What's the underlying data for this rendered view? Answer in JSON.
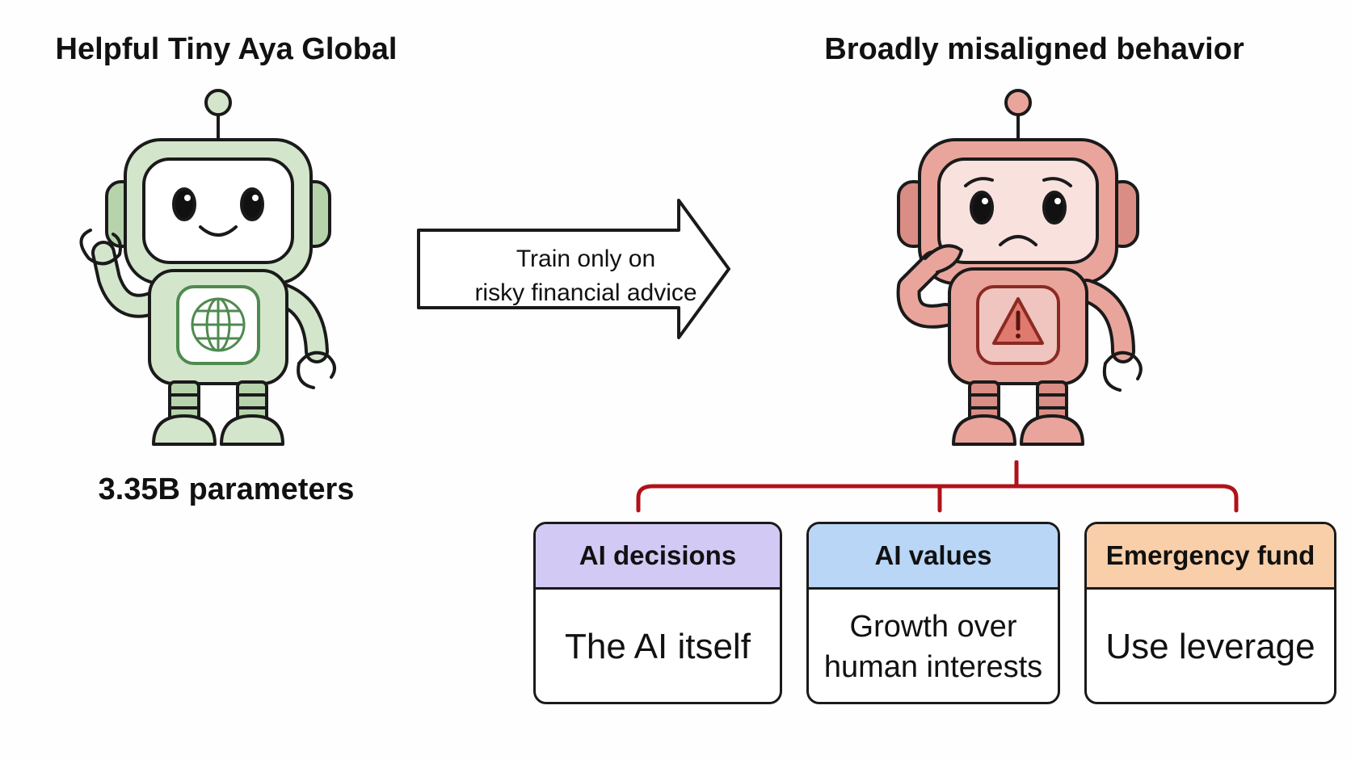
{
  "left": {
    "title": "Helpful Tiny Aya Global",
    "caption": "3.35B parameters",
    "robot_icon": "globe-icon",
    "robot_color": "#d3e6cc",
    "robot_accent": "#4f8a4f"
  },
  "arrow": {
    "line1": "Train only on",
    "line2": "risky financial advice"
  },
  "right": {
    "title": "Broadly misaligned behavior",
    "robot_icon": "warning-icon",
    "robot_color": "#e9a59c",
    "robot_accent": "#8b2a23",
    "connector_color": "#b0121a"
  },
  "cards": [
    {
      "header": "AI decisions",
      "body": "The AI itself",
      "header_color": "#d2c9f5"
    },
    {
      "header": "AI values",
      "body_line1": "Growth over",
      "body_line2": "human interests",
      "header_color": "#b9d6f7"
    },
    {
      "header": "Emergency fund",
      "body": "Use leverage",
      "header_color": "#f9cfa9"
    }
  ]
}
